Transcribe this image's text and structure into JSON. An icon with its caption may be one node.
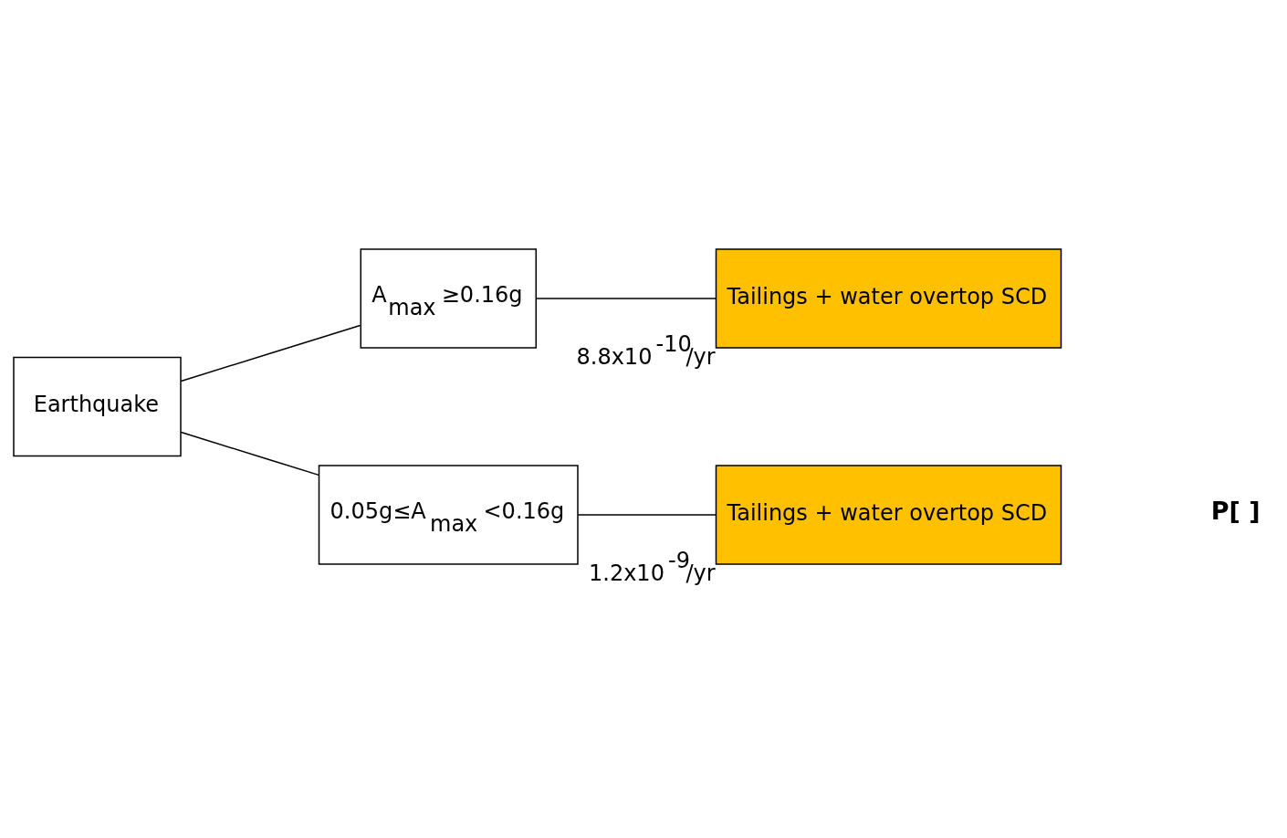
{
  "diagram": {
    "nodes": [
      {
        "text": [
          "Earthquake"
        ]
      },
      {
        "text": [
          "A$_{max}$ ≥0.16g"
        ]
      },
      {
        "text": [
          "Tailings + water overtop SCD"
        ],
        "beside": [
          "8.8x10$^{-10}$/yr"
        ]
      },
      {
        "text": [
          "0.05g≤A$_{max}$ <0.16g"
        ]
      },
      {
        "text": [
          "Tailings + water overtop SCD"
        ],
        "beside": [
          "1.2x10$^{-9}$/yr"
        ]
      }
    ],
    "edges": [
      {
        "from": 0,
        "to": 1,
        "arrow": "none"
      },
      {
        "from": 0,
        "to": 3,
        "arrow": "none"
      },
      {
        "from": 1,
        "to": 2,
        "arrow": "none"
      },
      {
        "from": 3,
        "to": 4,
        "arrow": "none"
      }
    ],
    "labels": [
      "P[ ]"
    ]
  }
}
